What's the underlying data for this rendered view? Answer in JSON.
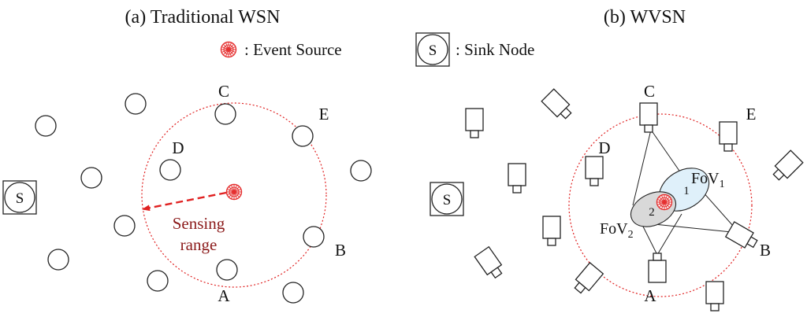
{
  "panel_a": {
    "title": "(a) Traditional WSN",
    "node_labels": {
      "C": "C",
      "E": "E",
      "D": "D",
      "B": "B",
      "A": "A"
    },
    "sink_label": "S",
    "sensing_range_line1": "Sensing",
    "sensing_range_line2": "range"
  },
  "panel_b": {
    "title": "(b) WVSN",
    "node_labels": {
      "C": "C",
      "E": "E",
      "D": "D",
      "B": "B",
      "A": "A"
    },
    "sink_label": "S",
    "fov1_base": "FoV",
    "fov1_sub": "1",
    "fov2_base": "FoV",
    "fov2_sub": "2",
    "fov1_number": "1",
    "fov2_number": "2"
  },
  "legend": {
    "event_source_label": ": Event Source",
    "sink_node_label": ": Sink Node",
    "sink_symbol_label": "S"
  },
  "colors": {
    "event_source": "#e53030",
    "range_circle": "#e02020",
    "sensing_arrow": "#e02020",
    "sensing_text": "#8b1a1a",
    "fov1_fill": "#dff0fa",
    "fov2_fill": "#d9d9d9"
  }
}
